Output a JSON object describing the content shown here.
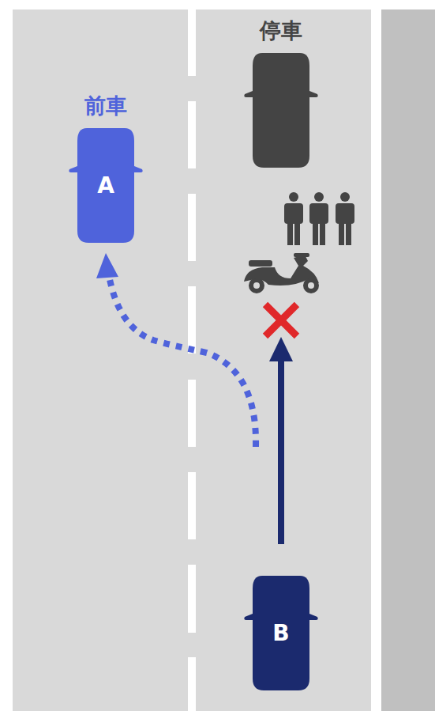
{
  "diagram": {
    "nodes": [
      {
        "text": [
          "停車"
        ]
      },
      {
        "text": [
          "前車",
          "A"
        ]
      },
      {
        "text": [
          "B"
        ]
      }
    ]
  }
}
